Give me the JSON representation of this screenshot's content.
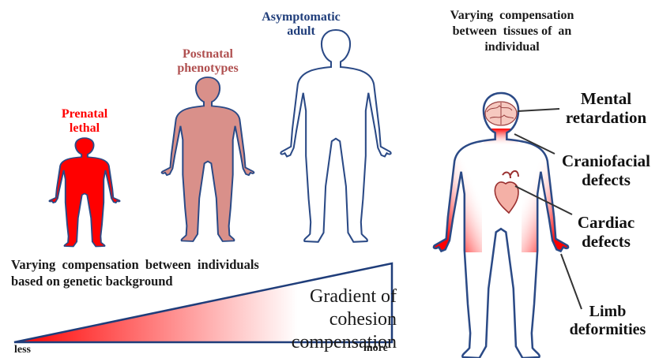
{
  "figures": {
    "prenatal": {
      "line1": "Prenatal",
      "line2": "lethal"
    },
    "postnatal": {
      "line1": "Postnatal",
      "line2": "phenotypes"
    },
    "asymptomatic": {
      "line1": "Asymptomatic",
      "line2": "adult"
    }
  },
  "between_individuals": {
    "line1": "Varying  compensation  between  individuals",
    "line2": "based on genetic background"
  },
  "gradient": {
    "line1": "Gradient of",
    "line2": "cohesion compensation",
    "less": "less",
    "more": "more"
  },
  "between_tissues": {
    "line1": "Varying  compensation",
    "line2": "between  tissues of  an",
    "line3": "individual"
  },
  "defects": {
    "mental": {
      "line1": "Mental",
      "line2": "retardation"
    },
    "craniofacial": {
      "line1": "Craniofacial",
      "line2": "defects"
    },
    "cardiac": {
      "line1": "Cardiac",
      "line2": "defects"
    },
    "limb": {
      "line1": "Limb",
      "line2": "deformities"
    }
  },
  "colors": {
    "prenatal": "#ff0000",
    "postnatal": "#b05050",
    "asymptomatic": "#1f3d7a",
    "body_outline": "#2b4a86",
    "postnatal_fill": "#d9908a",
    "red": "#ff0000",
    "text_dark": "#1a1a1a"
  }
}
